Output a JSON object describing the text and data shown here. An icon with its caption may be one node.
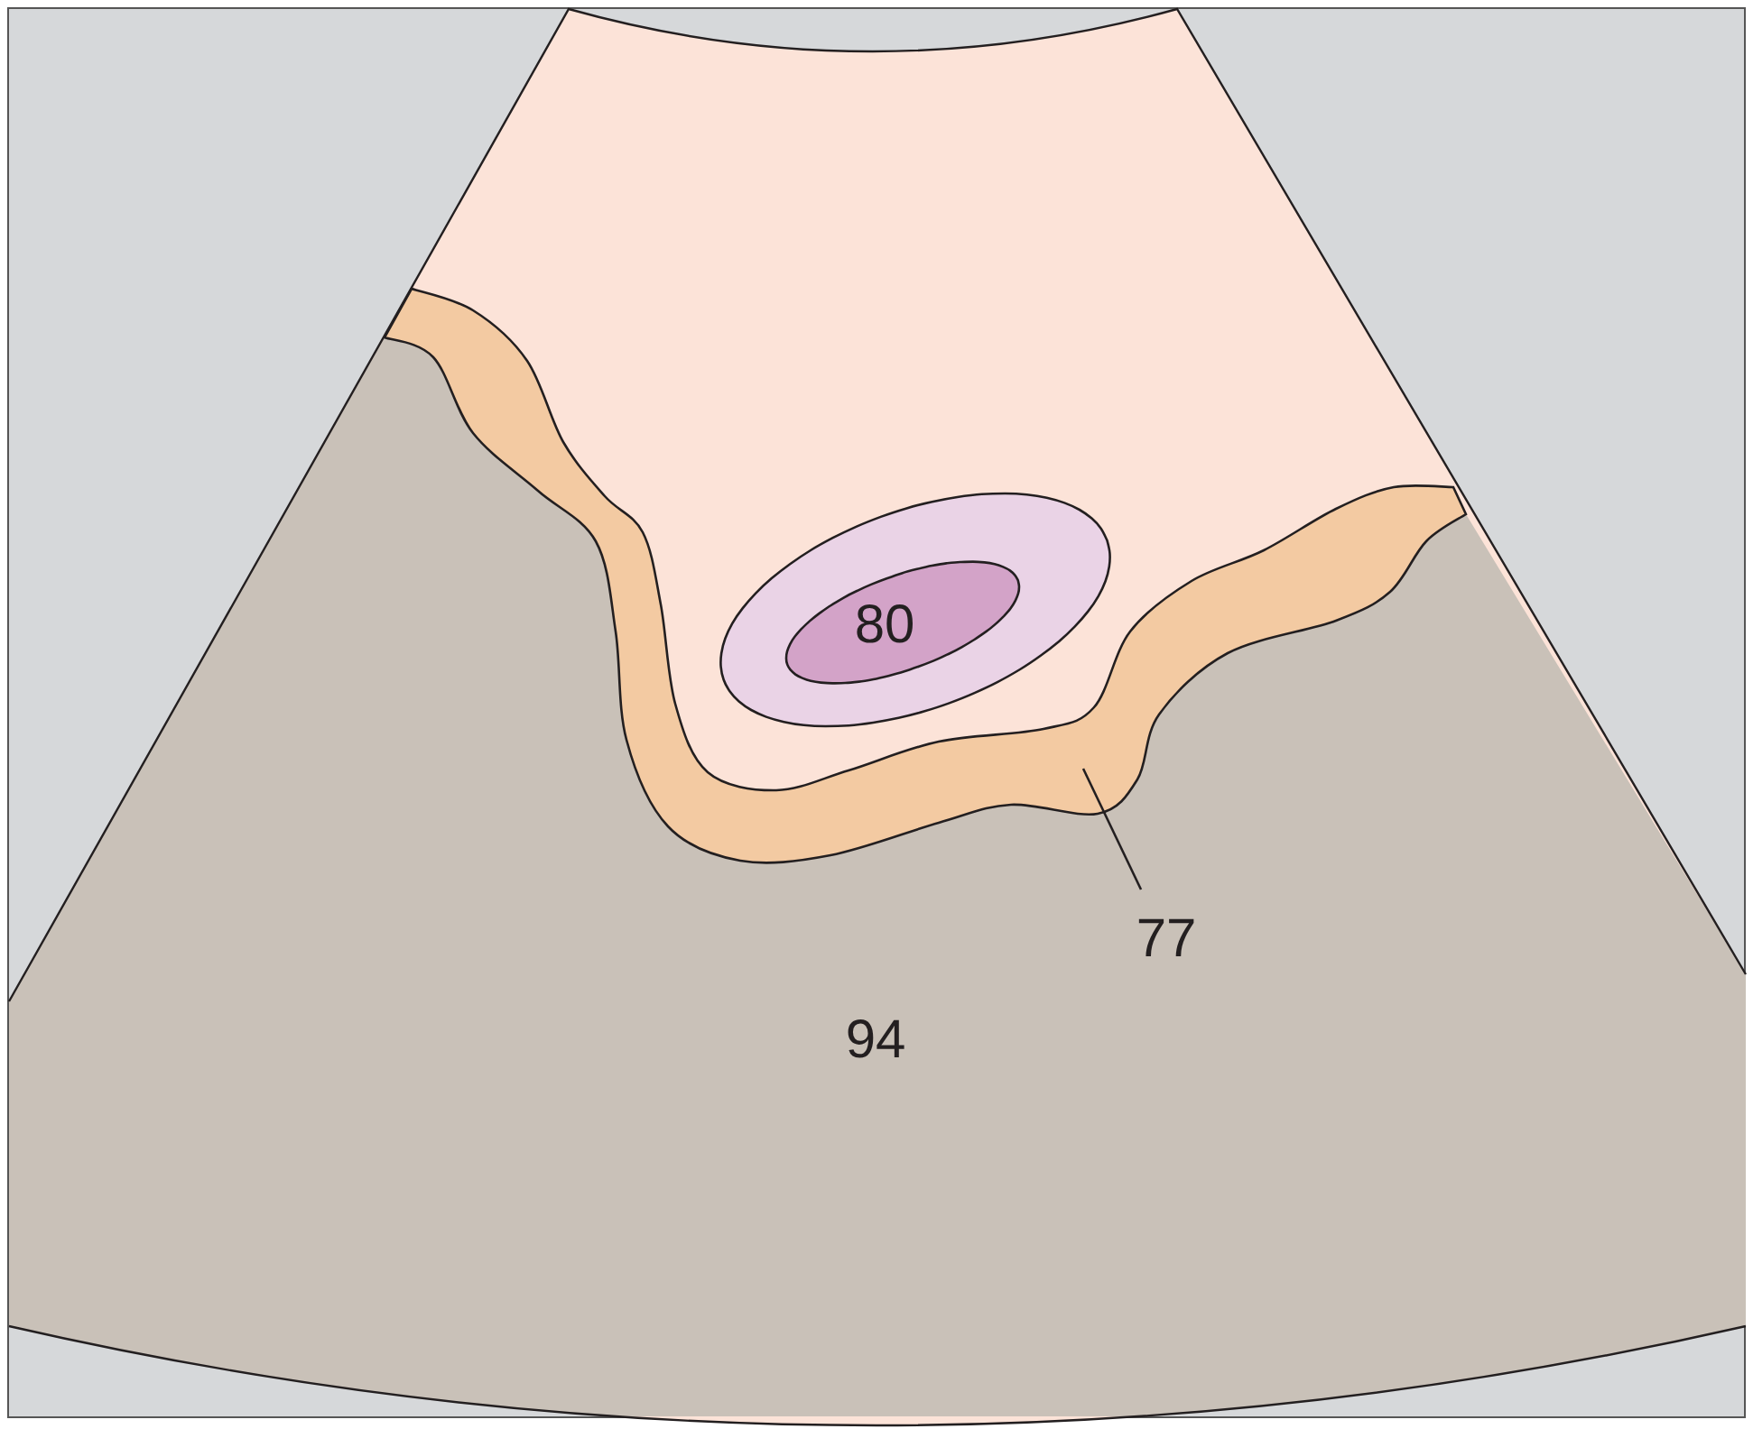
{
  "diagram": {
    "nodes": [
      {
        "text": [
          "80"
        ]
      },
      {
        "text": [
          "77"
        ],
        "in": 3
      },
      {
        "text": [],
        "shape": "band"
      },
      {
        "text": [
          "94"
        ]
      }
    ],
    "edges": [
      {
        "from": 1,
        "to": 2,
        "arrow": "none"
      }
    ]
  }
}
